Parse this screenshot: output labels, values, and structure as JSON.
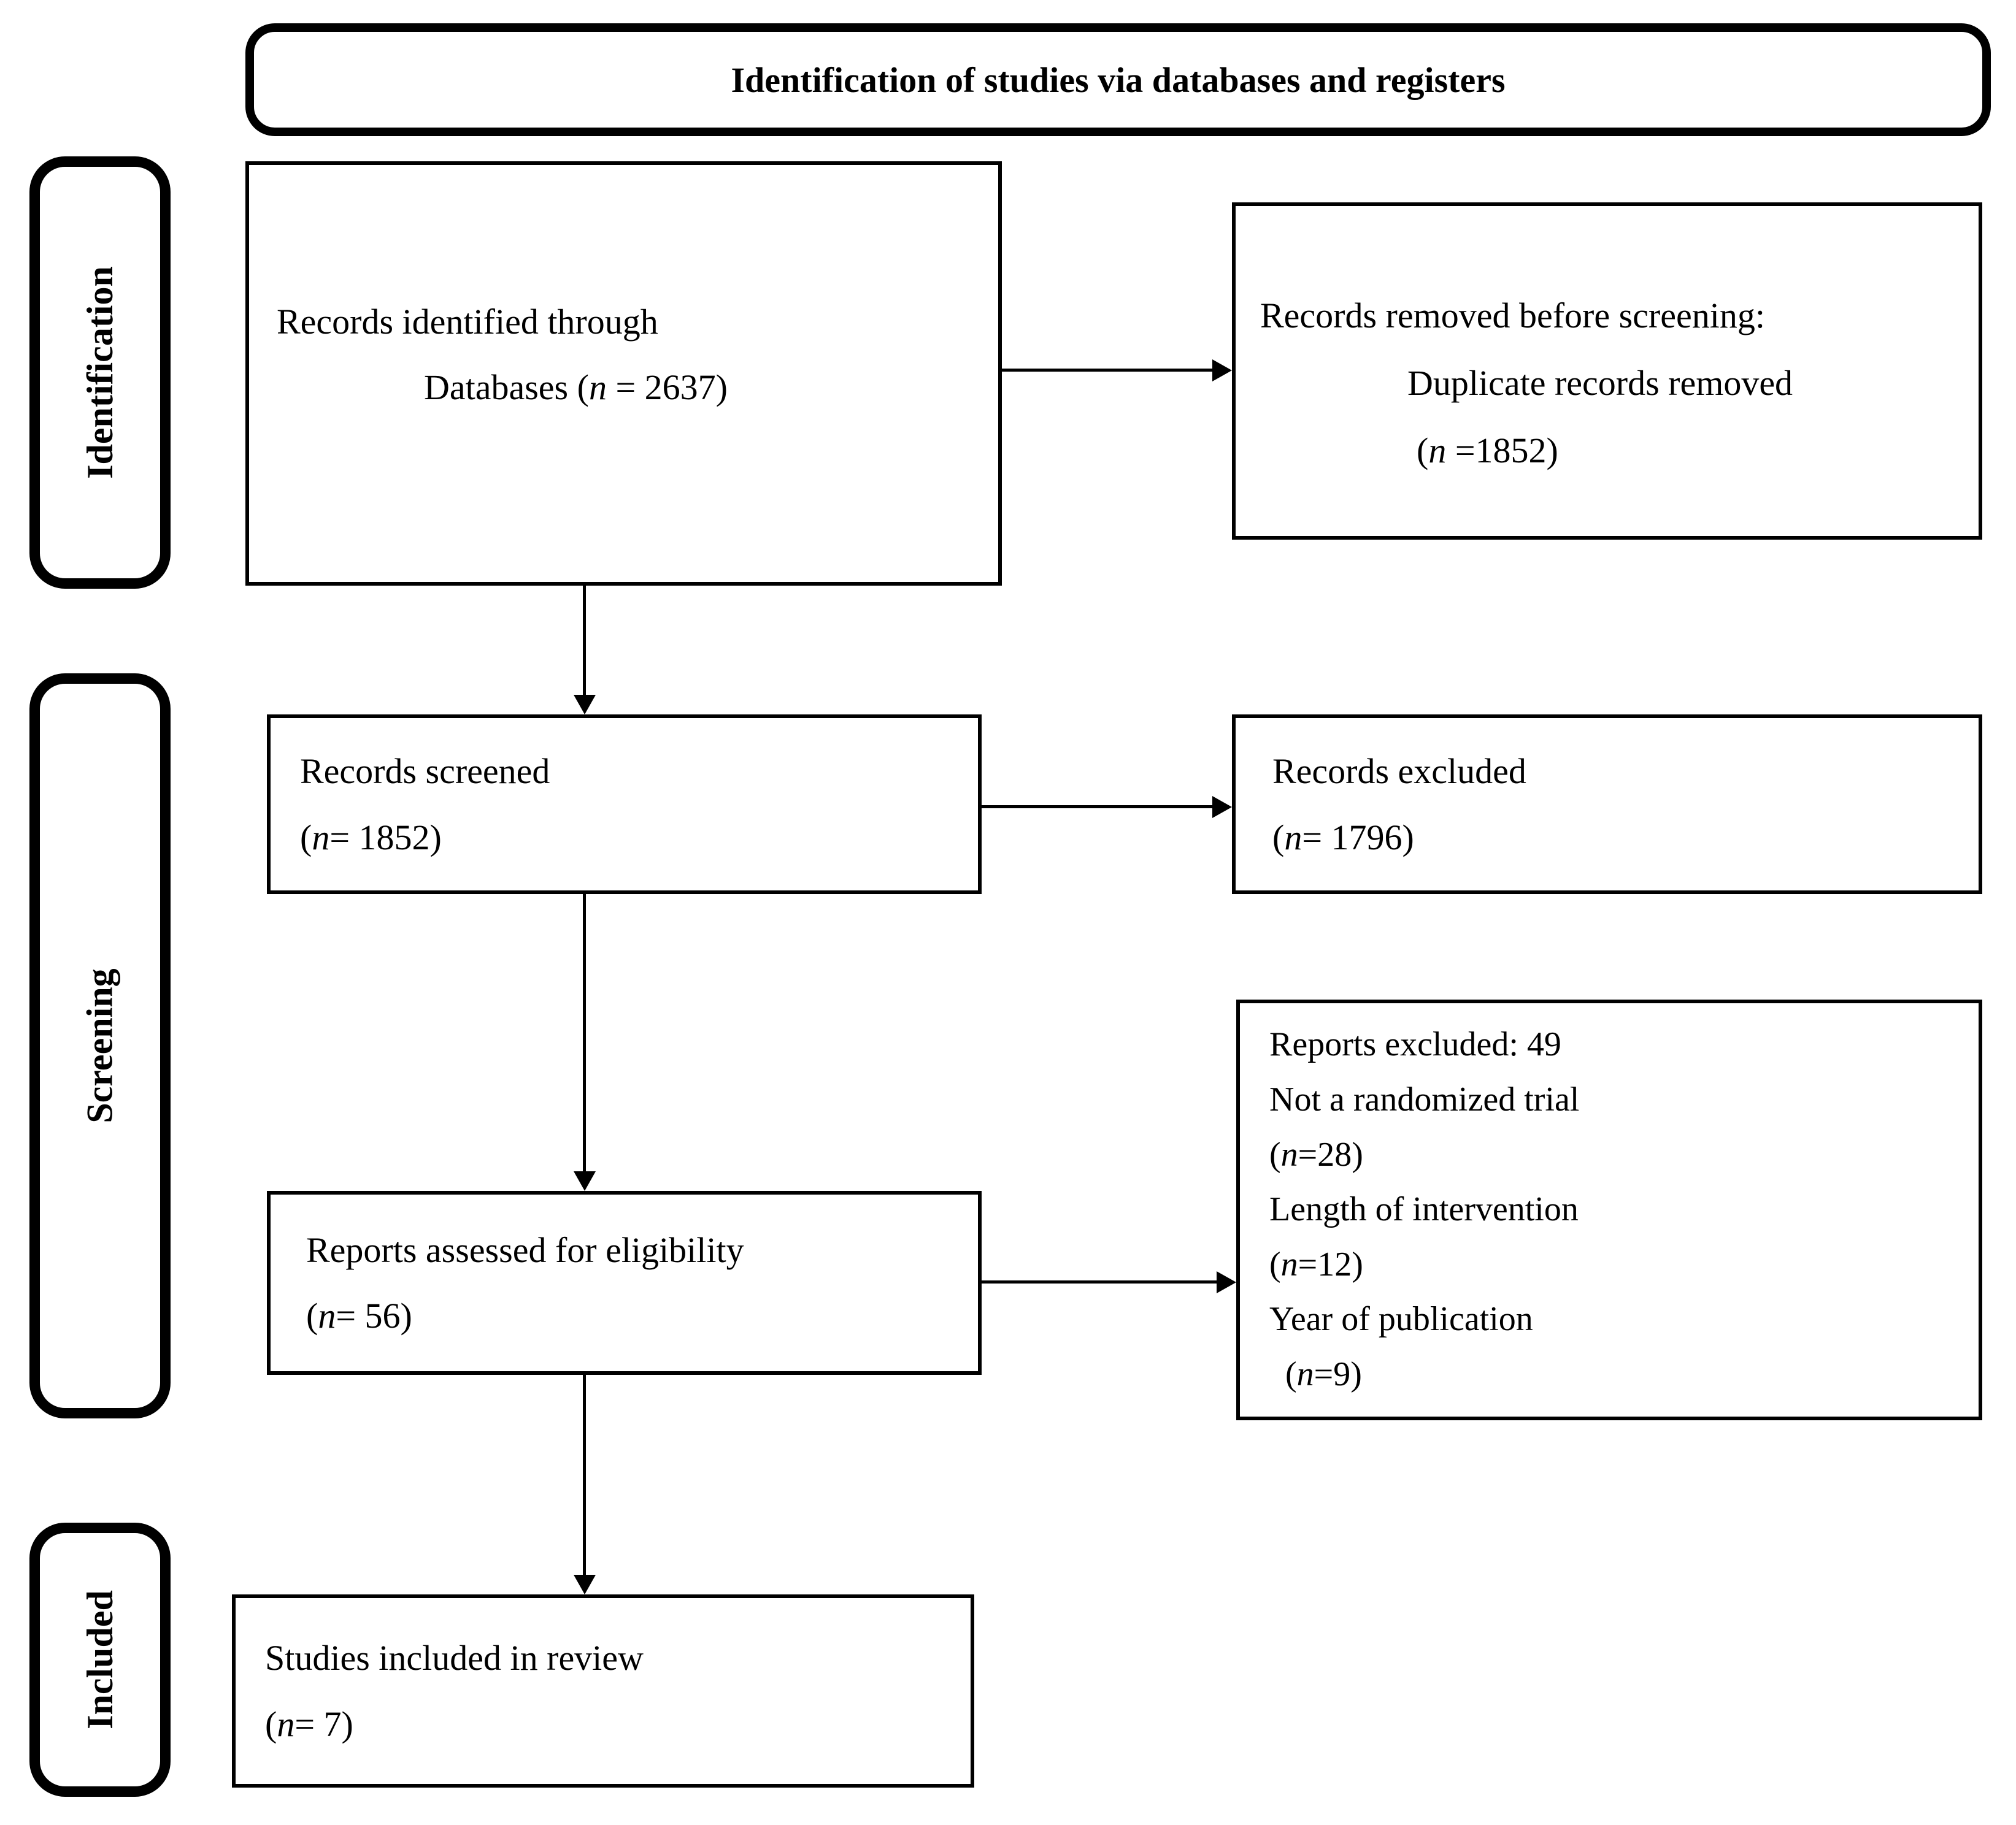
{
  "figure": {
    "title": "Identification of studies via databases and registers"
  },
  "sidebar": {
    "identification": "Identification",
    "screening": "Screening",
    "included": "Included"
  },
  "boxes": {
    "identified": {
      "line1": "Records identified through",
      "line2_pre": "Databases (",
      "n": "n",
      "line2_post": " = 2637)"
    },
    "removed": {
      "line1": "Records removed before screening:",
      "line2": "Duplicate records removed",
      "line3_pre": "(",
      "n": "n",
      "line3_post": " =1852)"
    },
    "screened": {
      "line1": "Records screened",
      "line2_pre": "(",
      "n": "n",
      "line2_post": "= 1852)"
    },
    "excluded": {
      "line1": "Records excluded",
      "line2_pre": "(",
      "n": "n",
      "line2_post": "= 1796)"
    },
    "assessed": {
      "line1": "Reports assessed for eligibility",
      "line2_pre": "(",
      "n": "n",
      "line2_post": "= 56)"
    },
    "reports_excluded": {
      "line1": "Reports excluded: 49",
      "line2": "Not a randomized trial",
      "line3_pre": "(",
      "n3": "n",
      "line3_post": "=28)",
      "line4": "Length of intervention",
      "line5_pre": "(",
      "n5": "n",
      "line5_post": "=12)",
      "line6": "Year of publication",
      "line7_pre": "(",
      "n7": "n",
      "line7_post": "=9)"
    },
    "included_studies": {
      "line1": "Studies included in review",
      "line2_pre": "(",
      "n": "n",
      "line2_post": "= 7)"
    }
  },
  "colors": {
    "background": "#ffffff",
    "border": "#000000",
    "text": "#000000"
  }
}
